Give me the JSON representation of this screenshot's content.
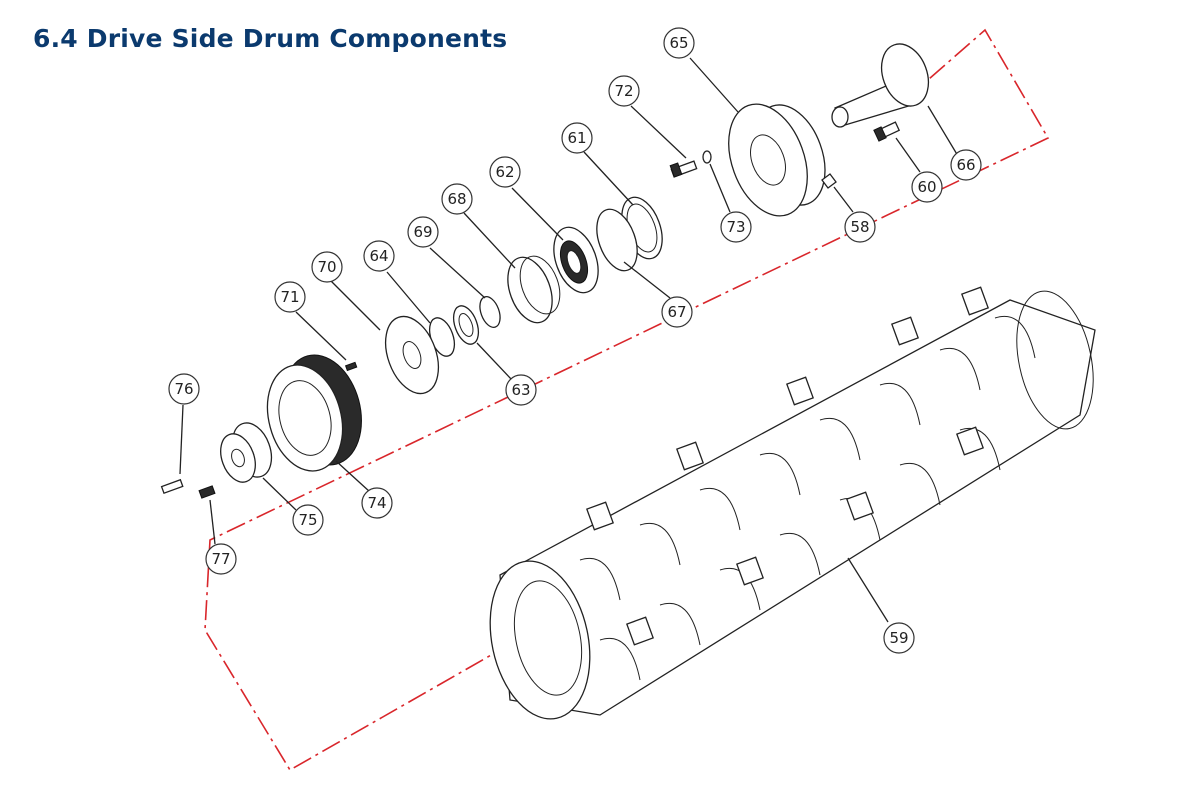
{
  "title": "6.4 Drive Side Drum Components",
  "callouts": [
    {
      "id": "65",
      "label": "65"
    },
    {
      "id": "72",
      "label": "72"
    },
    {
      "id": "61",
      "label": "61"
    },
    {
      "id": "62",
      "label": "62"
    },
    {
      "id": "68",
      "label": "68"
    },
    {
      "id": "69",
      "label": "69"
    },
    {
      "id": "64",
      "label": "64"
    },
    {
      "id": "70",
      "label": "70"
    },
    {
      "id": "71",
      "label": "71"
    },
    {
      "id": "76",
      "label": "76"
    },
    {
      "id": "66",
      "label": "66"
    },
    {
      "id": "60",
      "label": "60"
    },
    {
      "id": "73",
      "label": "73"
    },
    {
      "id": "58",
      "label": "58"
    },
    {
      "id": "67",
      "label": "67"
    },
    {
      "id": "63",
      "label": "63"
    },
    {
      "id": "74",
      "label": "74"
    },
    {
      "id": "75",
      "label": "75"
    },
    {
      "id": "77",
      "label": "77"
    },
    {
      "id": "59",
      "label": "59"
    }
  ],
  "colors": {
    "title": "#0b3a6e",
    "axis": "#d9262b",
    "line": "#222222"
  }
}
